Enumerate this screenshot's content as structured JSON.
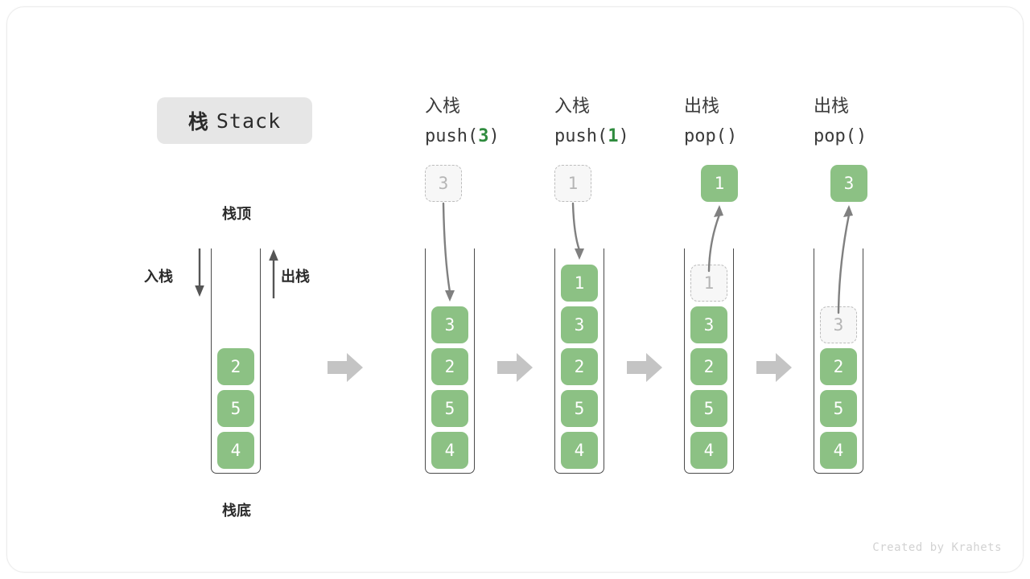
{
  "title": {
    "cn": "栈",
    "en": "Stack"
  },
  "labels": {
    "top": "栈顶",
    "bottom": "栈底",
    "push": "入栈",
    "pop": "出栈"
  },
  "watermark": "Created by Krahets",
  "colors": {
    "cell_fill": "#8cc184",
    "cell_text": "#ffffff",
    "ghost_fill": "#f7f7f7",
    "ghost_border": "#bdbdbd",
    "ghost_text": "#b5b5b5",
    "accent_green": "#2f8b3e",
    "wall": "#4a4a4a",
    "arrow_gray": "#808080",
    "block_arrow": "#c4c4c4",
    "badge_bg": "#e6e6e6",
    "watermark": "#d2d2d2"
  },
  "initial_stack": {
    "name": "initial",
    "values": [
      "2",
      "5",
      "4"
    ]
  },
  "steps": [
    {
      "id": "push-3",
      "head_cn": "入栈",
      "head_code_pre": "push(",
      "head_code_arg": "3",
      "head_code_post": ")",
      "floating": {
        "value": "3",
        "style": "ghost"
      },
      "arrow": "down",
      "stack": [
        "3",
        "2",
        "5",
        "4"
      ],
      "stack_styles": [
        "solid",
        "solid",
        "solid",
        "solid"
      ]
    },
    {
      "id": "push-1",
      "head_cn": "入栈",
      "head_code_pre": "push(",
      "head_code_arg": "1",
      "head_code_post": ")",
      "floating": {
        "value": "1",
        "style": "ghost"
      },
      "arrow": "down",
      "stack": [
        "1",
        "3",
        "2",
        "5",
        "4"
      ],
      "stack_styles": [
        "solid",
        "solid",
        "solid",
        "solid",
        "solid"
      ]
    },
    {
      "id": "pop-1",
      "head_cn": "出栈",
      "head_code_pre": "pop(",
      "head_code_arg": "",
      "head_code_post": ")",
      "floating": {
        "value": "1",
        "style": "solid"
      },
      "arrow": "up",
      "stack": [
        "1",
        "3",
        "2",
        "5",
        "4"
      ],
      "stack_styles": [
        "ghost",
        "solid",
        "solid",
        "solid",
        "solid"
      ]
    },
    {
      "id": "pop-3",
      "head_cn": "出栈",
      "head_code_pre": "pop(",
      "head_code_arg": "",
      "head_code_post": ")",
      "floating": {
        "value": "3",
        "style": "solid"
      },
      "arrow": "up",
      "stack": [
        "3",
        "2",
        "5",
        "4"
      ],
      "stack_styles": [
        "ghost",
        "solid",
        "solid",
        "solid"
      ]
    }
  ]
}
